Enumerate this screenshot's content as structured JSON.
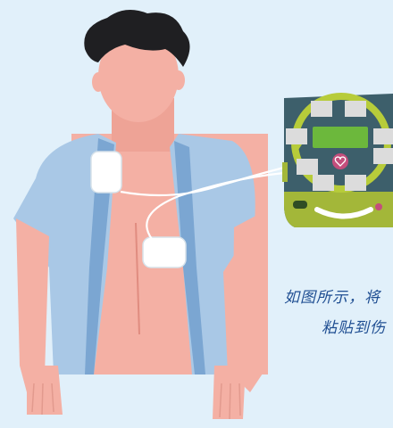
{
  "caption": {
    "line1": "如图所示，将",
    "line2": "粘贴到伤"
  },
  "colors": {
    "background": "#e1f0fa",
    "skin": "#f4b0a4",
    "shirt": "#a9c8e6",
    "hair": "#1f1f22",
    "aed_body": "#3d5f6b",
    "aed_ring": "#b7cc3a",
    "aed_screen": "#6cb83c",
    "caption_text": "#1f4e92"
  },
  "icons": [
    "person-illustration",
    "electrode-pad",
    "aed-device",
    "heart-icon"
  ]
}
